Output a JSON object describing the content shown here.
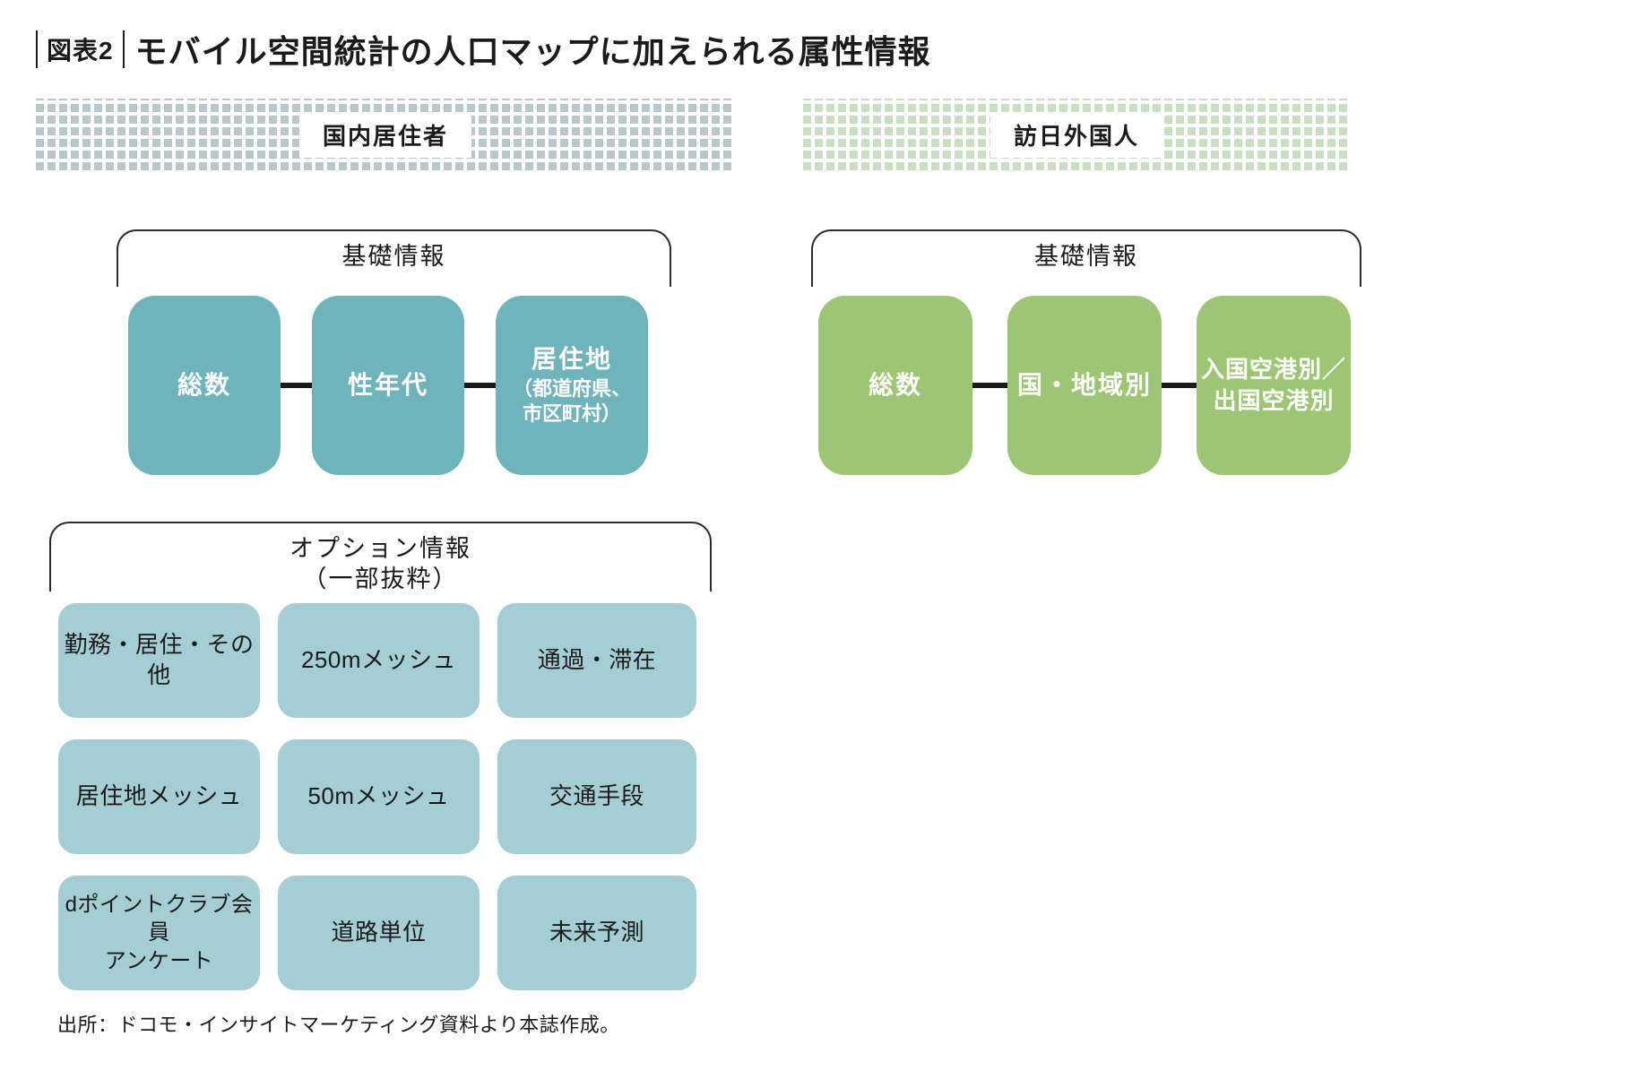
{
  "title": {
    "figure_label": "図表2",
    "text": "モバイル空間統計の人口マップに加えられる属性情報"
  },
  "colors": {
    "basic_box_teal": "#6fb4bb",
    "option_box_teal": "#a4cdd4",
    "basic_box_green": "#9dc674",
    "band_dots_teal": "#b8c7ca",
    "band_dots_green": "#c8dfc1",
    "connector": "#1a1a1a"
  },
  "sections": {
    "domestic": {
      "band_label": "国内居住者",
      "basic": {
        "label": "基礎情報",
        "boxes": [
          {
            "lines": [
              "総数"
            ]
          },
          {
            "lines": [
              "性年代"
            ]
          },
          {
            "lines": [
              "居住地",
              "（都道府県、",
              "市区町村）"
            ]
          }
        ]
      },
      "options": {
        "label_line1": "オプション情報",
        "label_line2": "（一部抜粋）",
        "boxes": [
          {
            "lines": [
              "勤務・居住・その他"
            ]
          },
          {
            "lines": [
              "250mメッシュ"
            ]
          },
          {
            "lines": [
              "通過・滞在"
            ]
          },
          {
            "lines": [
              "居住地メッシュ"
            ]
          },
          {
            "lines": [
              "50mメッシュ"
            ]
          },
          {
            "lines": [
              "交通手段"
            ]
          },
          {
            "lines": [
              "dポイントクラブ会員",
              "アンケート"
            ]
          },
          {
            "lines": [
              "道路単位"
            ]
          },
          {
            "lines": [
              "未来予測"
            ]
          }
        ]
      }
    },
    "inbound": {
      "band_label": "訪日外国人",
      "basic": {
        "label": "基礎情報",
        "boxes": [
          {
            "lines": [
              "総数"
            ]
          },
          {
            "lines": [
              "国・地域別"
            ]
          },
          {
            "lines": [
              "入国空港別／",
              "出国空港別"
            ]
          }
        ]
      }
    }
  },
  "source": "出所：ドコモ・インサイトマーケティング資料より本誌作成。"
}
